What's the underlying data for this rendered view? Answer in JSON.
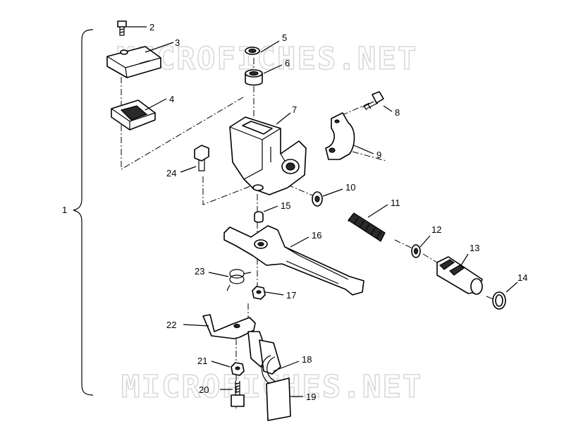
{
  "watermark": "MICROFICHES.NET",
  "callouts": [
    {
      "id": "1",
      "label": "1"
    },
    {
      "id": "2",
      "label": "2"
    },
    {
      "id": "3",
      "label": "3"
    },
    {
      "id": "4",
      "label": "4"
    },
    {
      "id": "5",
      "label": "5"
    },
    {
      "id": "6",
      "label": "6"
    },
    {
      "id": "7",
      "label": "7"
    },
    {
      "id": "8",
      "label": "8"
    },
    {
      "id": "9",
      "label": "9"
    },
    {
      "id": "10",
      "label": "10"
    },
    {
      "id": "11",
      "label": "11"
    },
    {
      "id": "12",
      "label": "12"
    },
    {
      "id": "13",
      "label": "13"
    },
    {
      "id": "14",
      "label": "14"
    },
    {
      "id": "15",
      "label": "15"
    },
    {
      "id": "16",
      "label": "16"
    },
    {
      "id": "17",
      "label": "17"
    },
    {
      "id": "18",
      "label": "18"
    },
    {
      "id": "19",
      "label": "19"
    },
    {
      "id": "20",
      "label": "20"
    },
    {
      "id": "21",
      "label": "21"
    },
    {
      "id": "22",
      "label": "22"
    },
    {
      "id": "23",
      "label": "23"
    },
    {
      "id": "24",
      "label": "24"
    }
  ]
}
